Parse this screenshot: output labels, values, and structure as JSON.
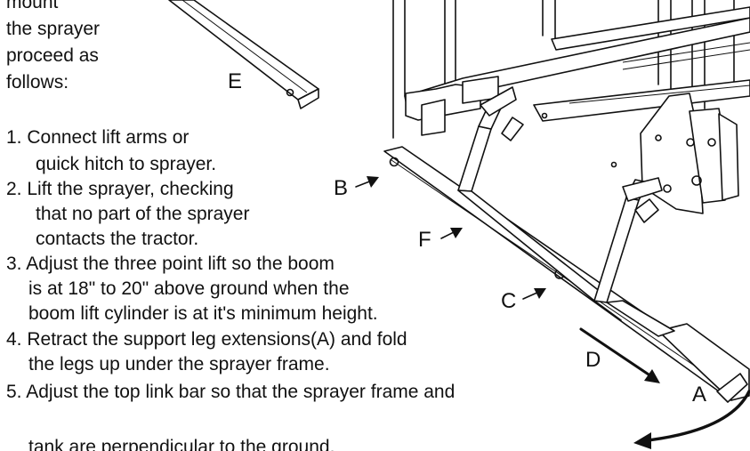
{
  "intro": {
    "lines": [
      "mount",
      "the sprayer",
      "proceed as",
      "follows:"
    ]
  },
  "steps": [
    {
      "lines": [
        "1. Connect lift arms or",
        "quick hitch to sprayer."
      ]
    },
    {
      "lines": [
        "2. Lift the sprayer, checking",
        "that no part of the sprayer",
        "contacts the tractor."
      ]
    },
    {
      "lines": [
        "3. Adjust the three point lift so the boom",
        "is at 18\" to 20\" above ground when the",
        "boom lift cylinder is at it's minimum height."
      ]
    },
    {
      "lines": [
        "4. Retract the support leg extensions(A) and fold",
        "the legs up under the sprayer frame."
      ]
    },
    {
      "lines": [
        "5. Adjust the top link bar so that the sprayer frame and",
        "tank are perpendicular to the ground."
      ]
    }
  ],
  "callouts": {
    "A": "A",
    "B": "B",
    "C": "C",
    "D": "D",
    "E": "E",
    "F": "F"
  },
  "colors": {
    "ink": "#111111",
    "paper": "#ffffff"
  }
}
